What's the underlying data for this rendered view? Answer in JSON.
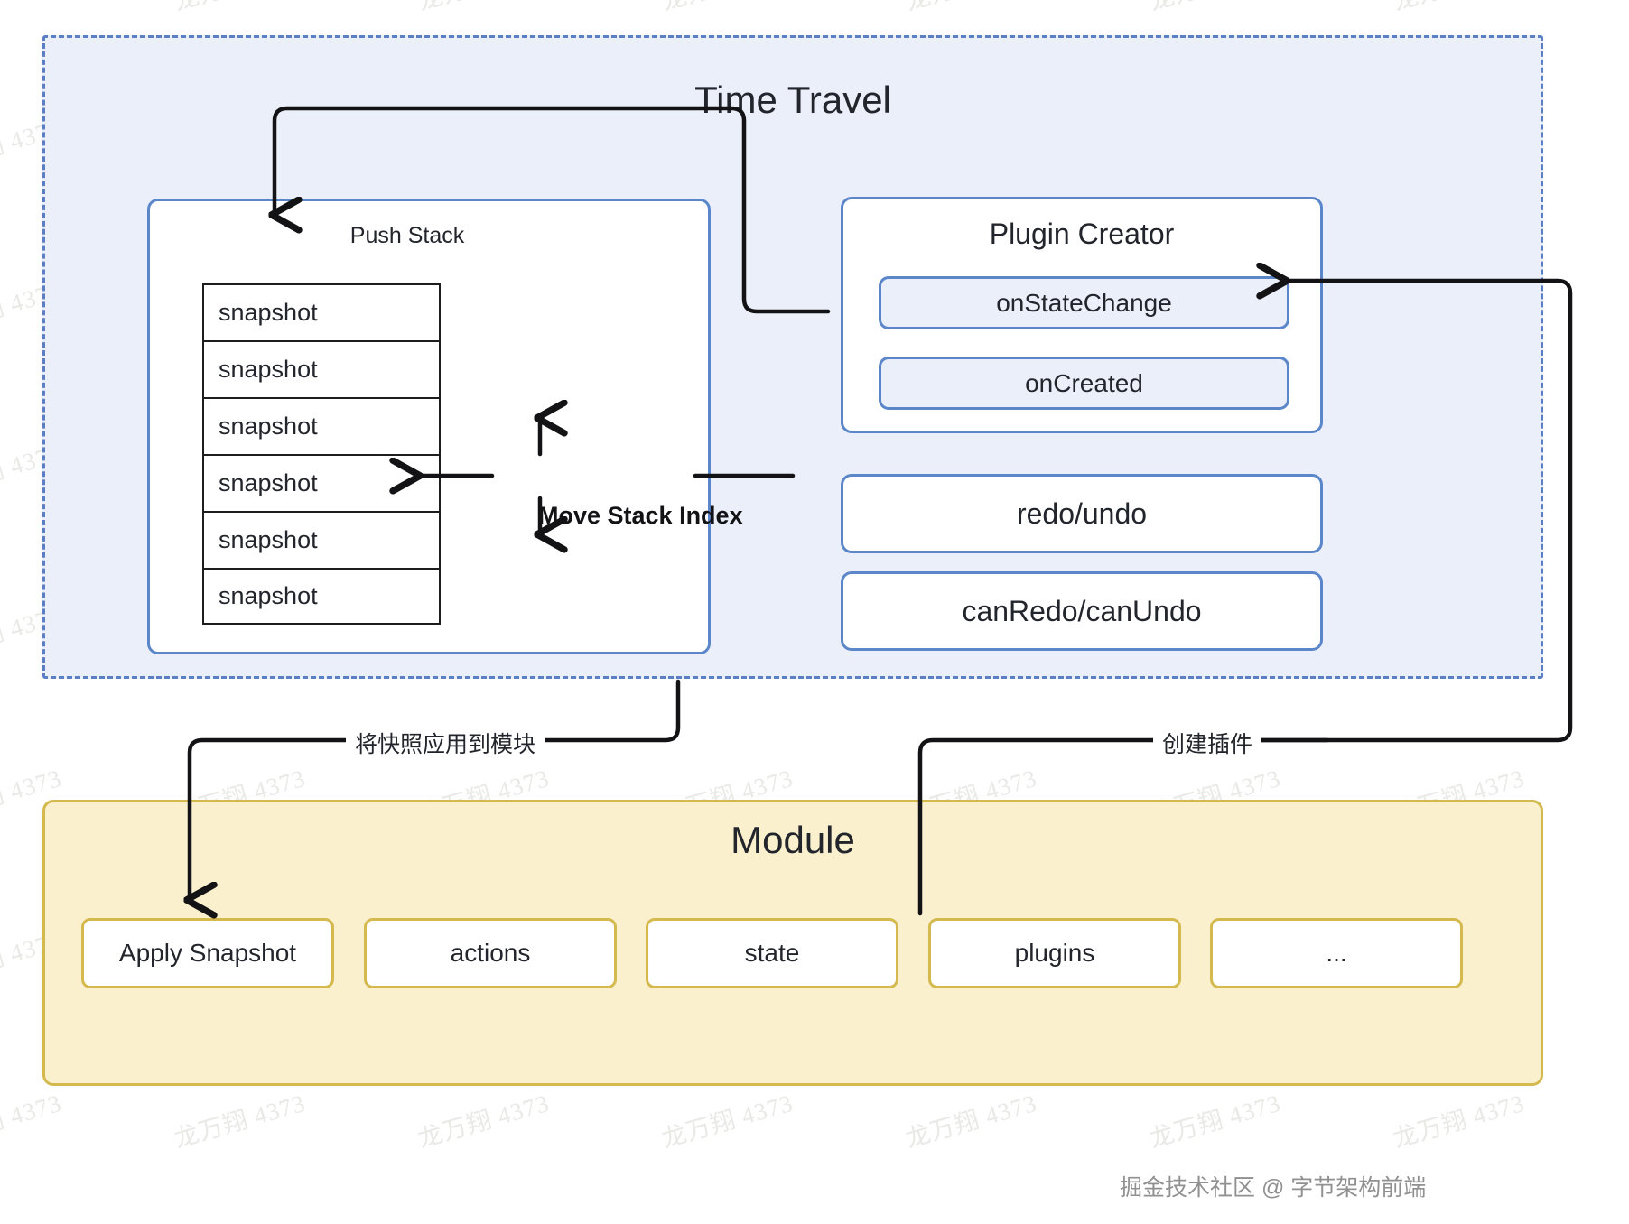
{
  "diagram": {
    "title": "Time Travel",
    "watermark_tile": "龙万翔 4373",
    "footer_credit": "掘金技术社区 @ 字节架构前端"
  },
  "time_travel": {
    "title": "Time Travel",
    "stack_panel": {
      "push_stack_label": "Push Stack",
      "move_stack_index_label": "Move Stack Index",
      "snapshots": [
        "snapshot",
        "snapshot",
        "snapshot",
        "snapshot",
        "snapshot",
        "snapshot"
      ]
    },
    "plugin_creator": {
      "title": "Plugin Creator",
      "hooks": [
        "onStateChange",
        "onCreated"
      ]
    },
    "apis": [
      "redo/undo",
      "canRedo/canUndo"
    ]
  },
  "module": {
    "title": "Module",
    "items": [
      "Apply Snapshot",
      "actions",
      "state",
      "plugins",
      "..."
    ]
  },
  "edges": [
    {
      "label": "将快照应用到模块",
      "from": "time-travel",
      "to": "apply-snapshot"
    },
    {
      "label": "创建插件",
      "from": "plugins",
      "to": "onStateChange"
    }
  ],
  "colors": {
    "time_travel_fill": "#eaeff9",
    "time_travel_border": "#5b7fc4",
    "blue_border": "#5b86c9",
    "module_fill": "#fbf0cd",
    "module_border": "#d4b94f",
    "stroke": "#131316",
    "text": "#22252b",
    "watermark": "#e9e9e6"
  }
}
